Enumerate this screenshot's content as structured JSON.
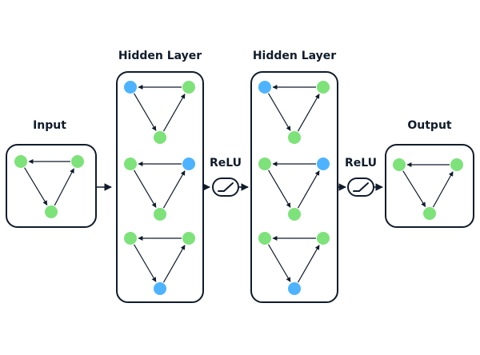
{
  "labels": {
    "input": "Input",
    "hidden1": "Hidden Layer",
    "hidden2": "Hidden Layer",
    "output": "Output",
    "relu1": "ReLU",
    "relu2": "ReLU"
  },
  "colors": {
    "node_green": "#7ee27a",
    "node_blue": "#4db3ff",
    "stroke": "#101c2b",
    "background": "#ffffff"
  },
  "panels": {
    "input": [
      "green",
      "green",
      "green"
    ],
    "hidden1": [
      [
        "blue",
        "green",
        "green"
      ],
      [
        "green",
        "blue",
        "green"
      ],
      [
        "green",
        "green",
        "blue"
      ]
    ],
    "hidden2": [
      [
        "blue",
        "green",
        "green"
      ],
      [
        "green",
        "blue",
        "green"
      ],
      [
        "green",
        "green",
        "blue"
      ]
    ],
    "output": [
      "green",
      "green",
      "green"
    ]
  }
}
